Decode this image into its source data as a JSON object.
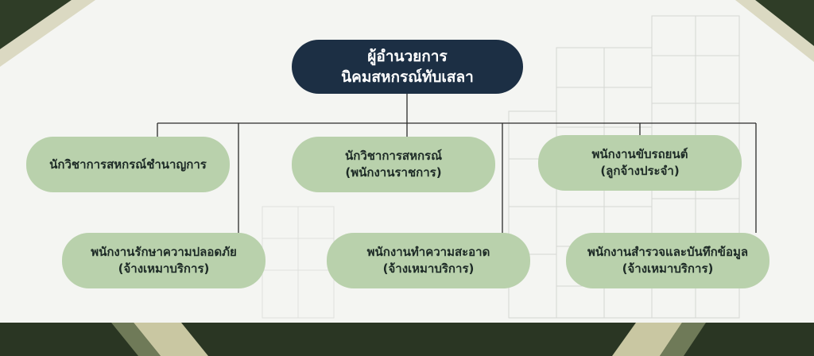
{
  "root": {
    "line1": "ผู้อำนวยการ",
    "line2": "นิคมสหกรณ์ทับเสลา"
  },
  "positions": [
    {
      "line1": "นักวิชาการสหกรณ์ชำนาญการ",
      "line2": ""
    },
    {
      "line1": "นักวิชาการสหกรณ์",
      "line2": "(พนักงานราชการ)"
    },
    {
      "line1": "พนักงานขับรถยนต์",
      "line2": "(ลูกจ้างประจำ)"
    },
    {
      "line1": "พนักงานรักษาความปลอดภัย",
      "line2": "(จ้างเหมาบริการ)"
    },
    {
      "line1": "พนักงานทำความสะอาด",
      "line2": "(จ้างเหมาบริการ)"
    },
    {
      "line1": "พนักงานสำรวจและบันทึกข้อมูล",
      "line2": "(จ้างเหมาบริการ)"
    }
  ],
  "colors": {
    "root_fill": "#1c2f44",
    "node_fill": "#b9d1ac",
    "line": "#2b2b2b",
    "corner_dark": "#2f3d27",
    "corner_gold": "#c9c7a2"
  }
}
